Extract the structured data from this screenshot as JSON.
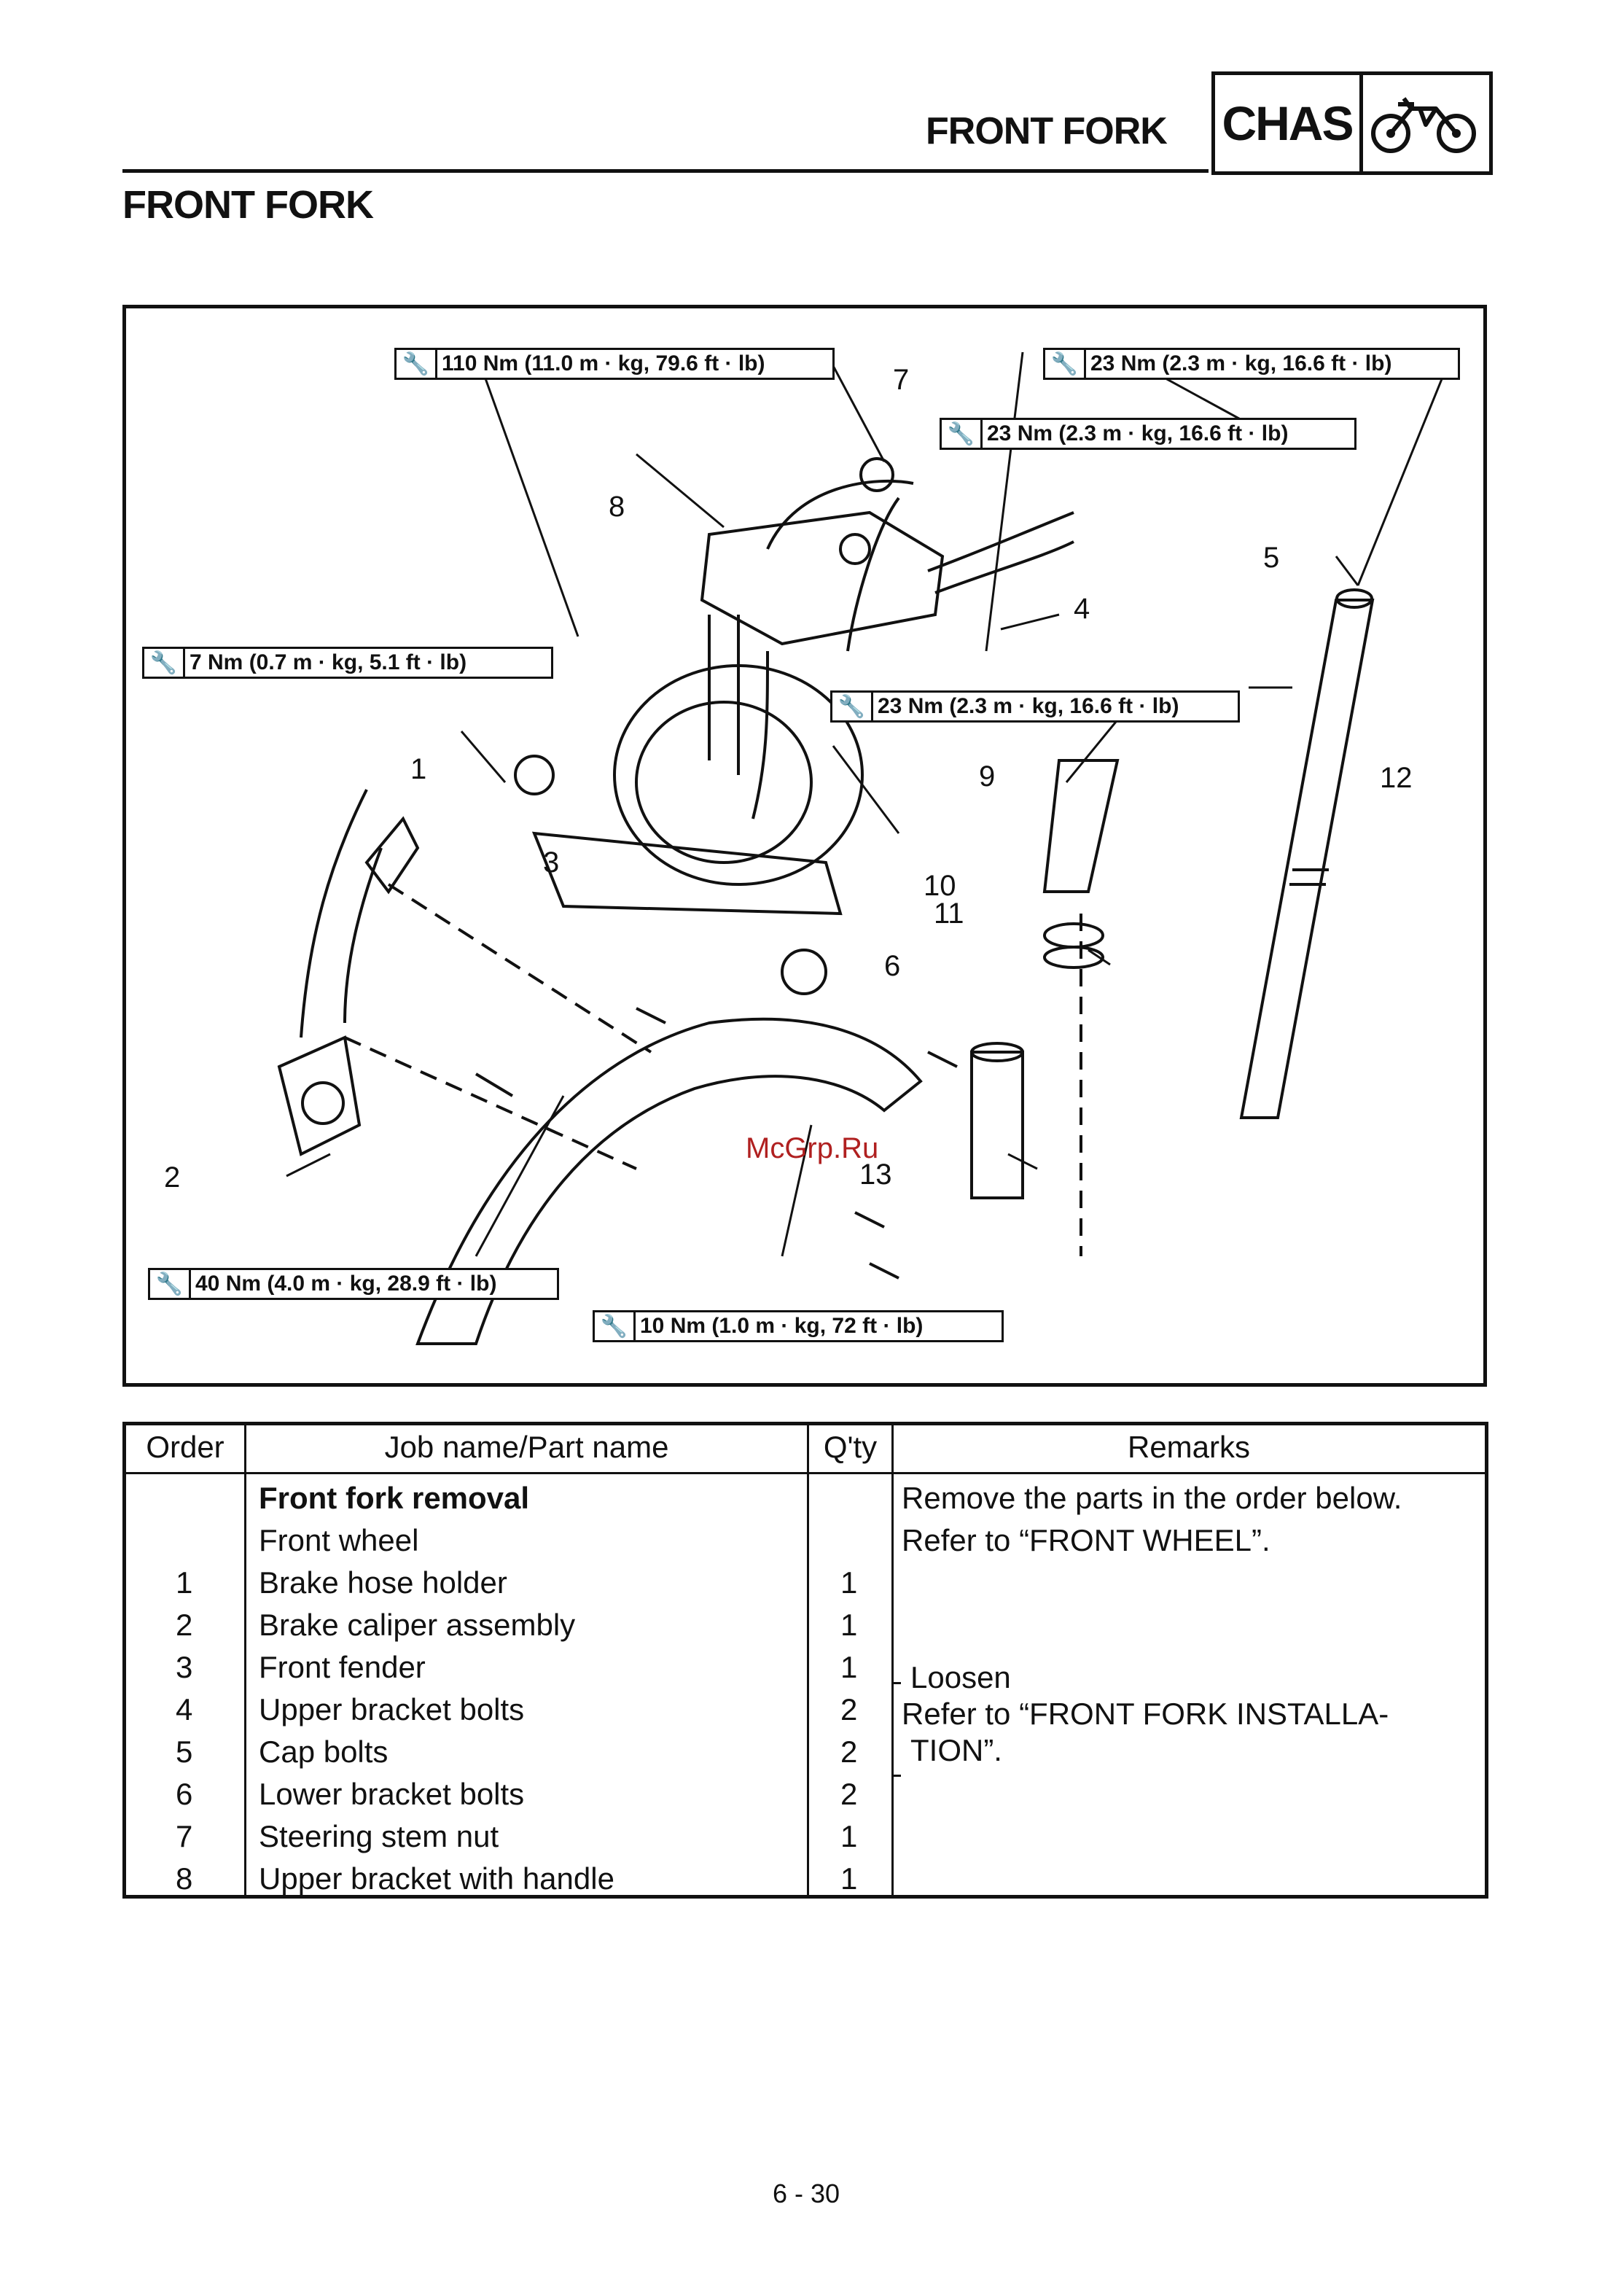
{
  "header": {
    "title": "FRONT FORK",
    "section_badge": "CHAS",
    "section_icon": "motorcycle-icon"
  },
  "section_title": "FRONT FORK",
  "diagram": {
    "torque_specs": [
      "110 Nm (11.0 m · kg, 79.6 ft · lb)",
      "23 Nm (2.3 m · kg, 16.6 ft · lb)",
      "23 Nm (2.3 m · kg, 16.6 ft · lb)",
      "7 Nm (0.7 m · kg, 5.1 ft · lb)",
      "23 Nm (2.3 m · kg, 16.6 ft · lb)",
      "40 Nm (4.0 m · kg, 28.9 ft · lb)",
      "10 Nm (1.0 m · kg, 72 ft · lb)"
    ],
    "callouts": [
      "1",
      "2",
      "3",
      "4",
      "5",
      "6",
      "7",
      "8",
      "9",
      "10",
      "11",
      "12",
      "13"
    ],
    "watermark": "McGrp.Ru"
  },
  "table": {
    "headers": {
      "order": "Order",
      "job": "Job name/Part name",
      "qty": "Q'ty",
      "remarks": "Remarks"
    },
    "rows": [
      {
        "order": "",
        "job": "Front fork removal",
        "qty": "",
        "remarks": "Remove the parts in the order below."
      },
      {
        "order": "",
        "job": "Front wheel",
        "qty": "",
        "remarks": "Refer to “FRONT WHEEL”."
      },
      {
        "order": "1",
        "job": "Brake hose holder",
        "qty": "1",
        "remarks": ""
      },
      {
        "order": "2",
        "job": "Brake caliper assembly",
        "qty": "1",
        "remarks": ""
      },
      {
        "order": "3",
        "job": "Front fender",
        "qty": "1",
        "remarks": ""
      },
      {
        "order": "4",
        "job": "Upper bracket bolts",
        "qty": "2",
        "remarks": ""
      },
      {
        "order": "5",
        "job": "Cap bolts",
        "qty": "2",
        "remarks": ""
      },
      {
        "order": "6",
        "job": "Lower bracket bolts",
        "qty": "2",
        "remarks": ""
      },
      {
        "order": "7",
        "job": "Steering stem nut",
        "qty": "1",
        "remarks": ""
      },
      {
        "order": "8",
        "job": "Upper bracket with handle",
        "qty": "1",
        "remarks": ""
      }
    ],
    "group_remarks": {
      "line1": "Loosen",
      "line2": "Refer to “FRONT FORK INSTALLA-",
      "line3": "TION”."
    }
  },
  "footer": {
    "page_number": "6 - 30"
  }
}
